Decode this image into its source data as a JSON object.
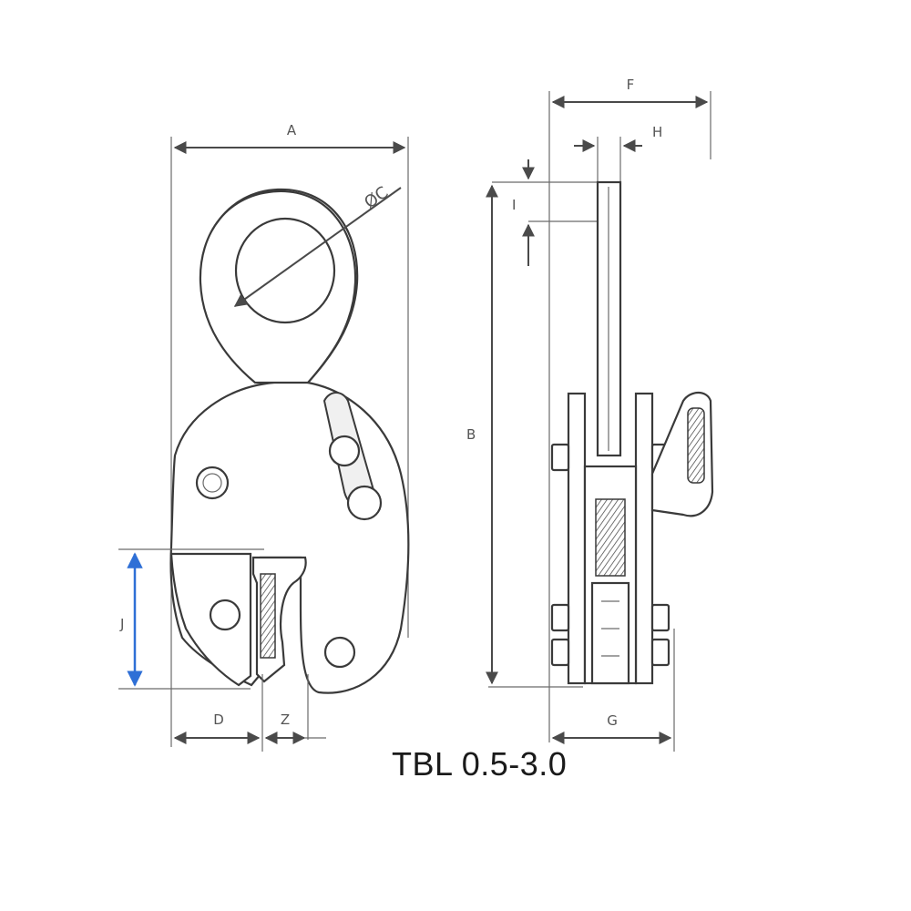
{
  "model_label": "TBL 0.5-3.0",
  "dimension_labels": {
    "A": "A",
    "B": "B",
    "C": "ØC",
    "D": "D",
    "Z": "Z",
    "F": "F",
    "G": "G",
    "H": "H",
    "I": "I",
    "J": "J"
  },
  "colors": {
    "line": "#4a4a4a",
    "accent_dimension": "#2e6fd6",
    "title": "#1a1a1a"
  }
}
